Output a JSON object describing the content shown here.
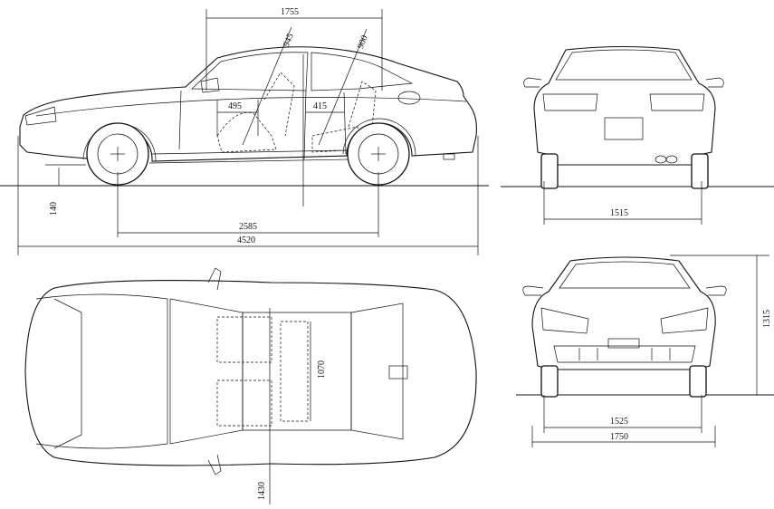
{
  "dimensions": {
    "wheelbase": "2585",
    "overall_length": "4520",
    "ground_clearance": "140",
    "front_overhang_to_seat": "1755",
    "front_headroom": "945",
    "rear_headroom": "900",
    "front_seat_depth": "495",
    "rear_seat_depth": "415",
    "rear_track": "1515",
    "front_track": "1525",
    "overall_width": "1750",
    "overall_height": "1315",
    "interior_width": "1070",
    "shoulder_width": "1430"
  },
  "icons": {
    "side": "car-side-view",
    "rear": "car-rear-view",
    "top": "car-top-view",
    "front": "car-front-view"
  }
}
